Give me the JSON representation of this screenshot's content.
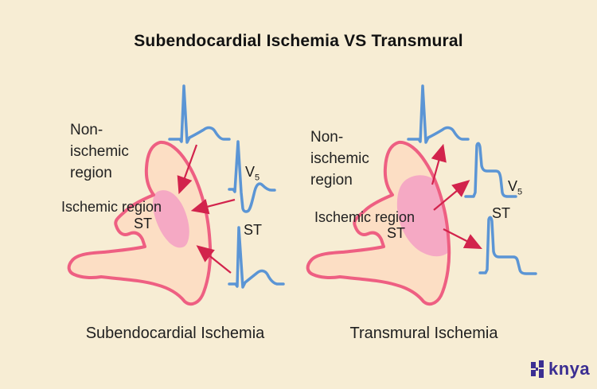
{
  "title": "Subendocardial Ischemia VS Transmural",
  "panels": [
    {
      "id": "subendocardial",
      "non_ischemic_label": "Non-\nischemic\nregion",
      "ischemic_label": "Ischemic region",
      "ischemic_st_label": "ST",
      "lead_label": "V",
      "lead_sub": "5",
      "ecg_st_label": "ST",
      "caption": "Subendocardial Ischemia"
    },
    {
      "id": "transmural",
      "non_ischemic_label": "Non-\nischemic\nregion",
      "ischemic_label": "Ischemic region",
      "ischemic_st_label": "ST",
      "lead_label": "V",
      "lead_sub": "5",
      "ecg_st_label": "ST",
      "caption": "Transmural Ischemia"
    }
  ],
  "footer": {
    "brand": "knya"
  },
  "colors": {
    "background": "#f7edd4",
    "heart_outline": "#ee5f82",
    "heart_fill": "#fcdec4",
    "ischemic_fill": "#f5a9c4",
    "ecg_blue": "#5b95d5",
    "arrow_red": "#d2234c",
    "brand_purple": "#3b2e92",
    "text": "#1c1c1c"
  }
}
